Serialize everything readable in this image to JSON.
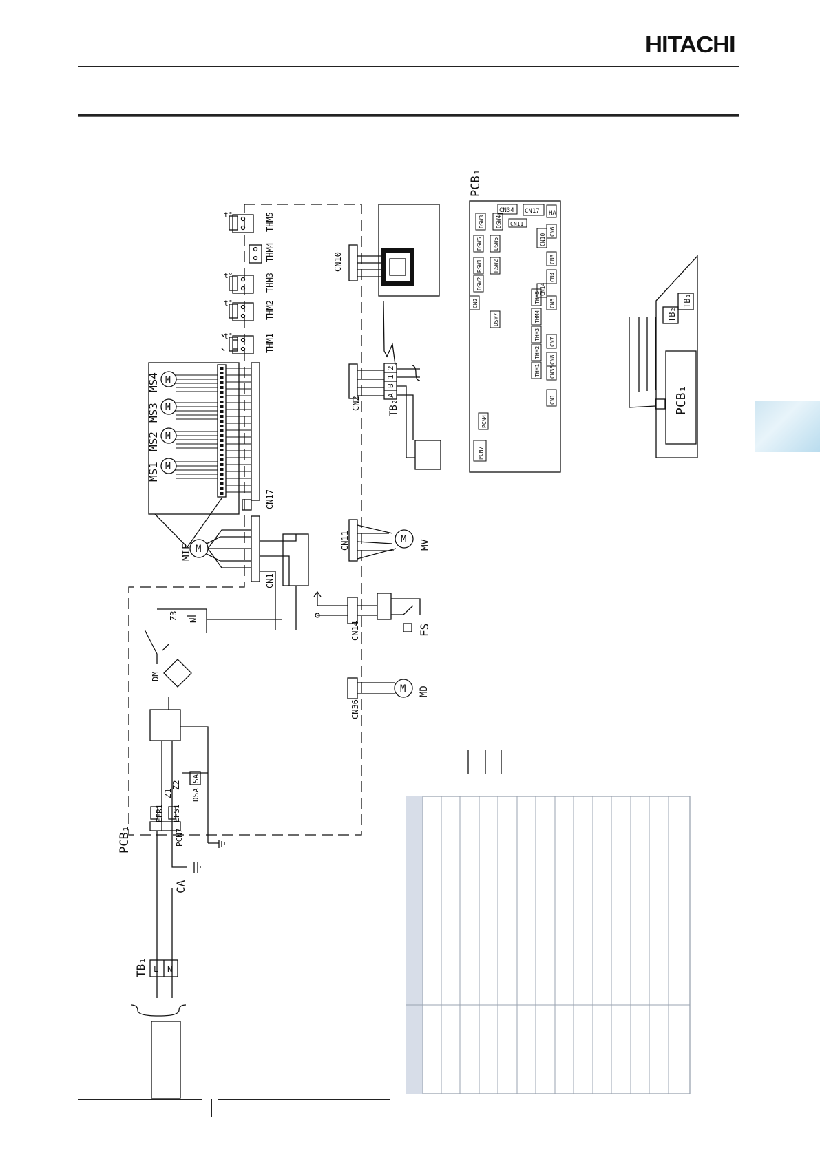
{
  "header": {
    "logo_text": "HITACHI"
  },
  "colors": {
    "ink": "#111111",
    "table_header": "#d7dde8",
    "table_line": "#9aa3b0",
    "tab": "#cfe6f2"
  },
  "diagram": {
    "labels": {
      "pcb_main": "PCB₁",
      "thm1": "THM1",
      "thm2": "THM2",
      "thm3": "THM3",
      "thm4": "THM4",
      "thm5": "THM5",
      "cn10": "CN10",
      "cn2": "CN2",
      "tb2": "TB₂",
      "tb2_a": "A",
      "tb2_b": "B",
      "tb2_1": "1",
      "tb2_2": "2",
      "ms1": "MS1",
      "ms2": "MS2",
      "ms3": "MS3",
      "ms4": "MS4",
      "mif": "MIF",
      "cn17": "CN17",
      "cn1": "CN1",
      "cn11": "CN11",
      "mv": "MV",
      "cn14": "CN14",
      "fs": "FS",
      "cn36": "CN36",
      "md": "MD",
      "dm": "DM",
      "z1": "Z1",
      "z2": "Z2",
      "z3": "Z3",
      "efr1": "EFR1",
      "efs1": "EFS1",
      "pcn7": "PCN7",
      "dsa": "DSA",
      "sa": "SA",
      "ca": "CA",
      "tb1": "TB₁",
      "tb1_l": "L",
      "tb1_n": "N",
      "m": "M",
      "n": "N"
    },
    "pcb_layout": {
      "title": "PCB₁",
      "cn34": "CN34",
      "cn17": "CN17",
      "cn11": "CN11",
      "ha": "HA",
      "cn6": "CN6",
      "cn10": "CN10",
      "cn3": "CN3",
      "dsw3": "DSW3",
      "dsw4": "DSW4",
      "dsw6": "DSW6",
      "dsw5": "DSW5",
      "rsw1": "RSW1",
      "rsw2": "RSW2",
      "dsw2": "DSW2",
      "cn2": "CN2",
      "cn4": "CN4",
      "dsw7": "DSW7",
      "thm5": "THM5",
      "cn5": "CN5",
      "thm4": "THM4",
      "thm3": "THM3",
      "thm2": "THM2",
      "thm1": "THM1",
      "cn7": "CN7",
      "cn8": "CN8",
      "cn36": "CN36",
      "cn14": "CN14",
      "cn1": "CN1",
      "pcn4": "PCN4",
      "pcn7": "PCN7"
    },
    "unit_layout": {
      "pcb": "PCB₁",
      "tb2": "TB₂",
      "tb1": "TB₁"
    }
  }
}
